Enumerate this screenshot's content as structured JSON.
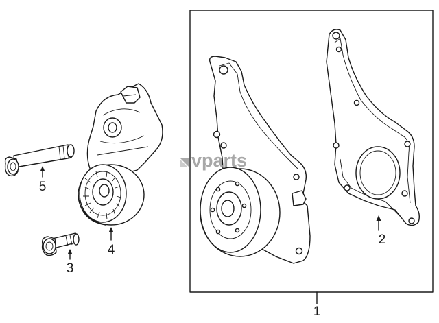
{
  "callouts": [
    {
      "id": "1",
      "text": "1"
    },
    {
      "id": "2",
      "text": "2"
    },
    {
      "id": "3",
      "text": "3"
    },
    {
      "id": "4",
      "text": "4"
    },
    {
      "id": "5",
      "text": "5"
    }
  ],
  "watermark": "vparts",
  "colors": {
    "line": "#1a1a1a",
    "watermark": "#9a9a9a",
    "background": "#ffffff"
  }
}
